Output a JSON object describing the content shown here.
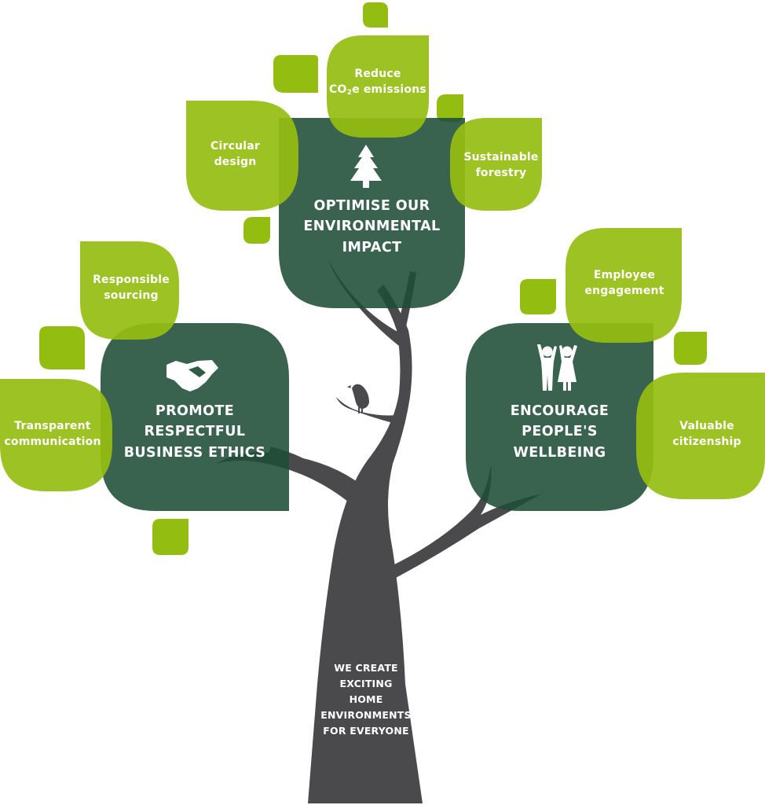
{
  "colors": {
    "leaf": "#94bd12",
    "pillar": "#2e5c45",
    "trunk": "#4a4a4d",
    "text": "#ffffff"
  },
  "trunk": {
    "lines": [
      "WE CREATE",
      "EXCITING",
      "HOME",
      "ENVIRONMENTS",
      "FOR EVERYONE"
    ]
  },
  "pillars": {
    "environment": {
      "icon": "tree-icon",
      "lines": [
        "OPTIMISE OUR",
        "ENVIRONMENTAL",
        "IMPACT"
      ]
    },
    "ethics": {
      "icon": "handshake-icon",
      "lines": [
        "PROMOTE",
        "RESPECTFUL",
        "BUSINESS ETHICS"
      ]
    },
    "wellbeing": {
      "icon": "people-icon",
      "lines": [
        "ENCOURAGE",
        "PEOPLE'S",
        "WELLBEING"
      ]
    }
  },
  "leaves": {
    "reduce_co2": {
      "line1": "Reduce",
      "line2_prefix": "CO",
      "line2_sub": "2",
      "line2_suffix": "e emissions"
    },
    "circular_design": {
      "lines": [
        "Circular",
        "design"
      ]
    },
    "sustainable_forestry": {
      "lines": [
        "Sustainable",
        "forestry"
      ]
    },
    "responsible_sourcing": {
      "lines": [
        "Responsible",
        "sourcing"
      ]
    },
    "transparent_communication": {
      "lines": [
        "Transparent",
        "communication"
      ]
    },
    "employee_engagement": {
      "lines": [
        "Employee",
        "engagement"
      ]
    },
    "valuable_citizenship": {
      "lines": [
        "Valuable",
        "citizenship"
      ]
    }
  },
  "decor": {
    "bird": "bird-icon"
  }
}
